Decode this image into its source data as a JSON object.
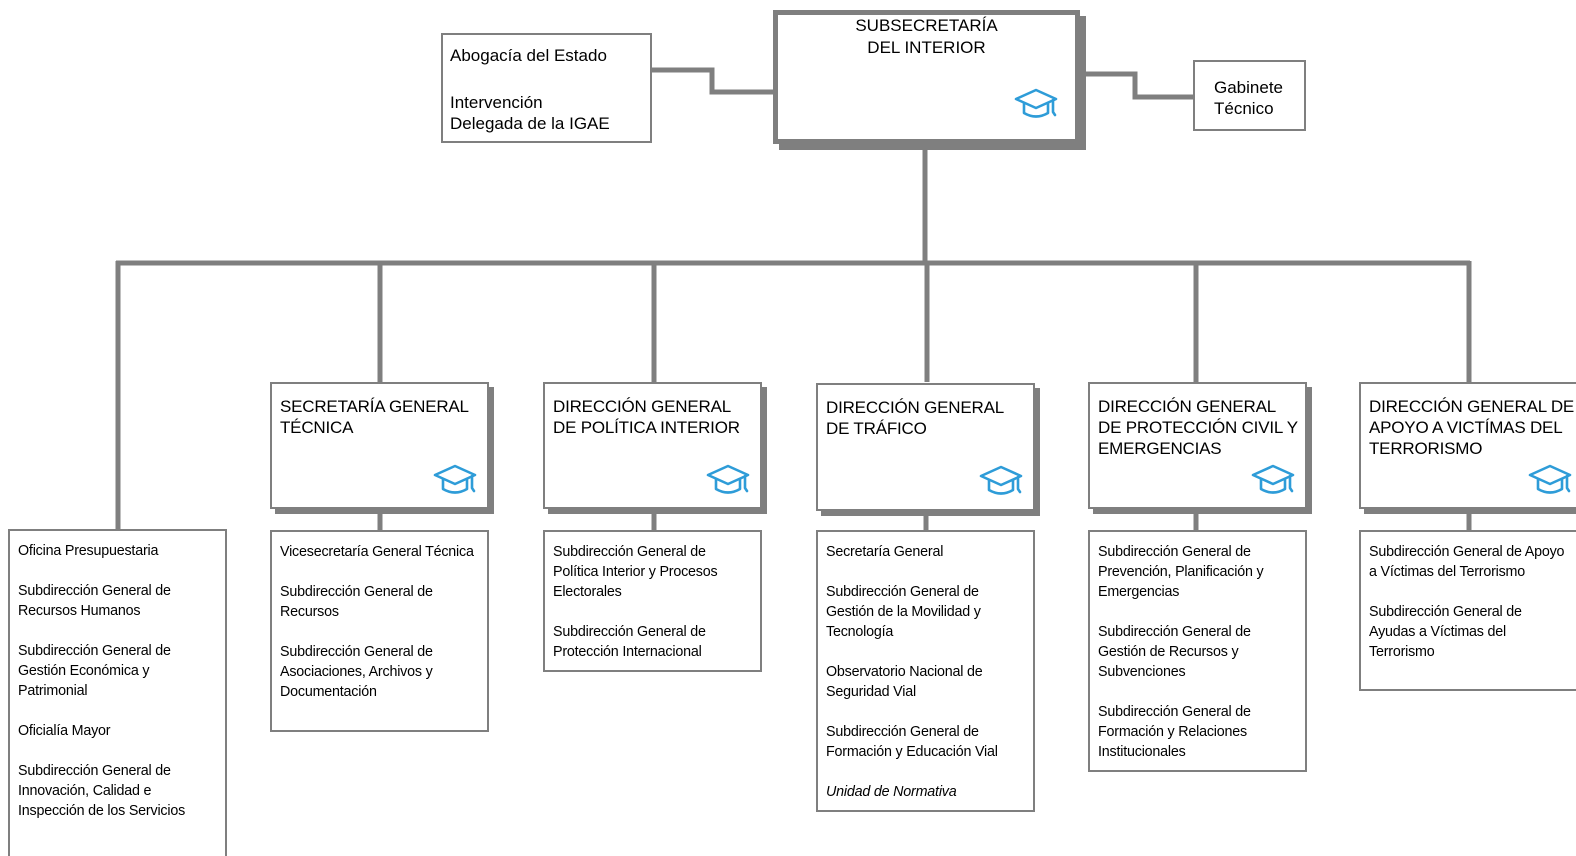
{
  "head": {
    "title": "SUBSECRETARÍA DEL INTERIOR",
    "title_lines": [
      "SUBSECRETARÍA",
      "DEL INTERIOR"
    ],
    "icon": "graduation-cap-icon"
  },
  "left_box": {
    "line1": "Abogacía del Estado",
    "line2": "Intervención Delegada de la IGAE"
  },
  "right_box": {
    "text": "Gabinete Técnico"
  },
  "oficina_list": {
    "items": [
      "Oficina Presupuestaria",
      "Subdirección General de Recursos Humanos",
      "Subdirección General de Gestión Económica y Patrimonial",
      "Oficialía Mayor",
      "Subdirección General de Innovación, Calidad e Inspección de los Servicios"
    ]
  },
  "units": [
    {
      "title": "SECRETARÍA GENERAL TÉCNICA",
      "icon": "graduation-cap-icon",
      "items": [
        "Vicesecretaría General Técnica",
        "Subdirección General de Recursos",
        "Subdirección General de Asociaciones, Archivos y Documentación"
      ]
    },
    {
      "title": "DIRECCIÓN GENERAL DE POLÍTICA INTERIOR",
      "icon": "graduation-cap-icon",
      "items": [
        "Subdirección General de Política Interior y Procesos Electorales",
        "Subdirección General de Protección Internacional"
      ]
    },
    {
      "title": "DIRECCIÓN GENERAL DE TRÁFICO",
      "icon": "graduation-cap-icon",
      "items": [
        "Secretaría General",
        "Subdirección General de Gestión de la Movilidad y Tecnología",
        "Observatorio Nacional de Seguridad Vial",
        "Subdirección General de Formación y Educación Vial",
        "Unidad de Normativa"
      ]
    },
    {
      "title": "DIRECCIÓN GENERAL DE PROTECCIÓN CIVIL Y EMERGENCIAS",
      "icon": "graduation-cap-icon",
      "items": [
        "Subdirección General de Prevención, Planificación y Emergencias",
        "Subdirección General de Gestión de Recursos y Subvenciones",
        "Subdirección General de Formación y Relaciones Institucionales"
      ]
    },
    {
      "title": "DIRECCIÓN GENERAL DE APOYO A VICTÍMAS DEL TERRORISMO",
      "icon": "graduation-cap-icon",
      "items": [
        "Subdirección General de Apoyo a Víctimas del Terrorismo",
        "Subdirección General de Ayudas a Víctimas del Terrorismo"
      ]
    }
  ],
  "colors": {
    "line": "#7f7f7f",
    "icon": "#2e9cd8"
  }
}
